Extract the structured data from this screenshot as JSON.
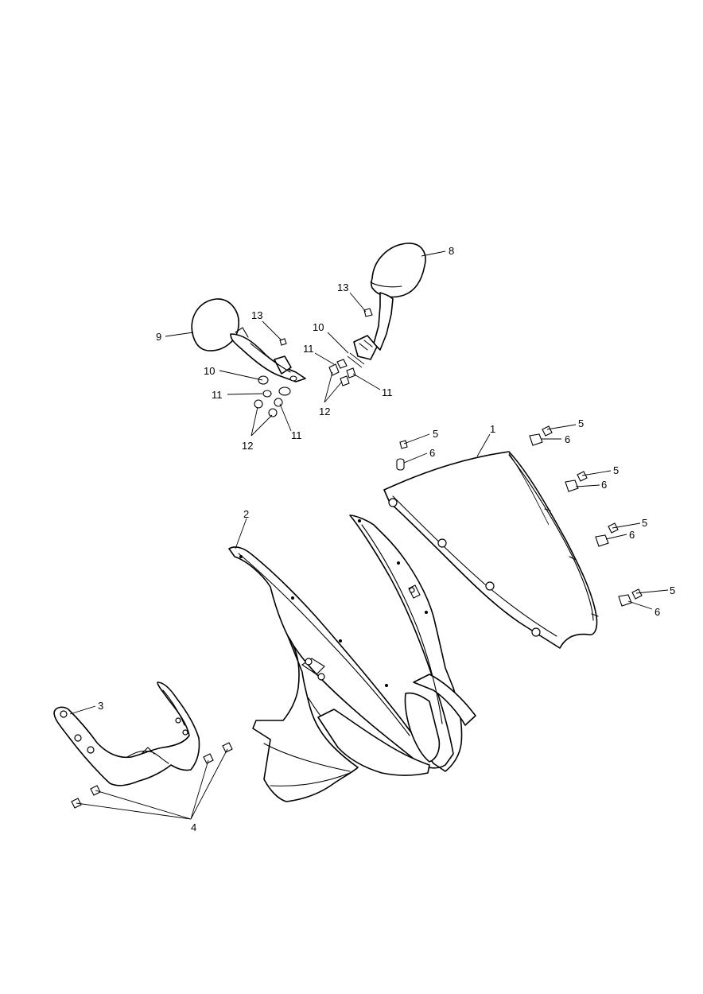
{
  "callouts": {
    "c1": "1",
    "c2": "2",
    "c3": "3",
    "c4": "4",
    "c5": "5",
    "c6": "6",
    "c8": "8",
    "c9": "9",
    "c10": "10",
    "c11": "11",
    "c12": "12",
    "c13": "13"
  }
}
